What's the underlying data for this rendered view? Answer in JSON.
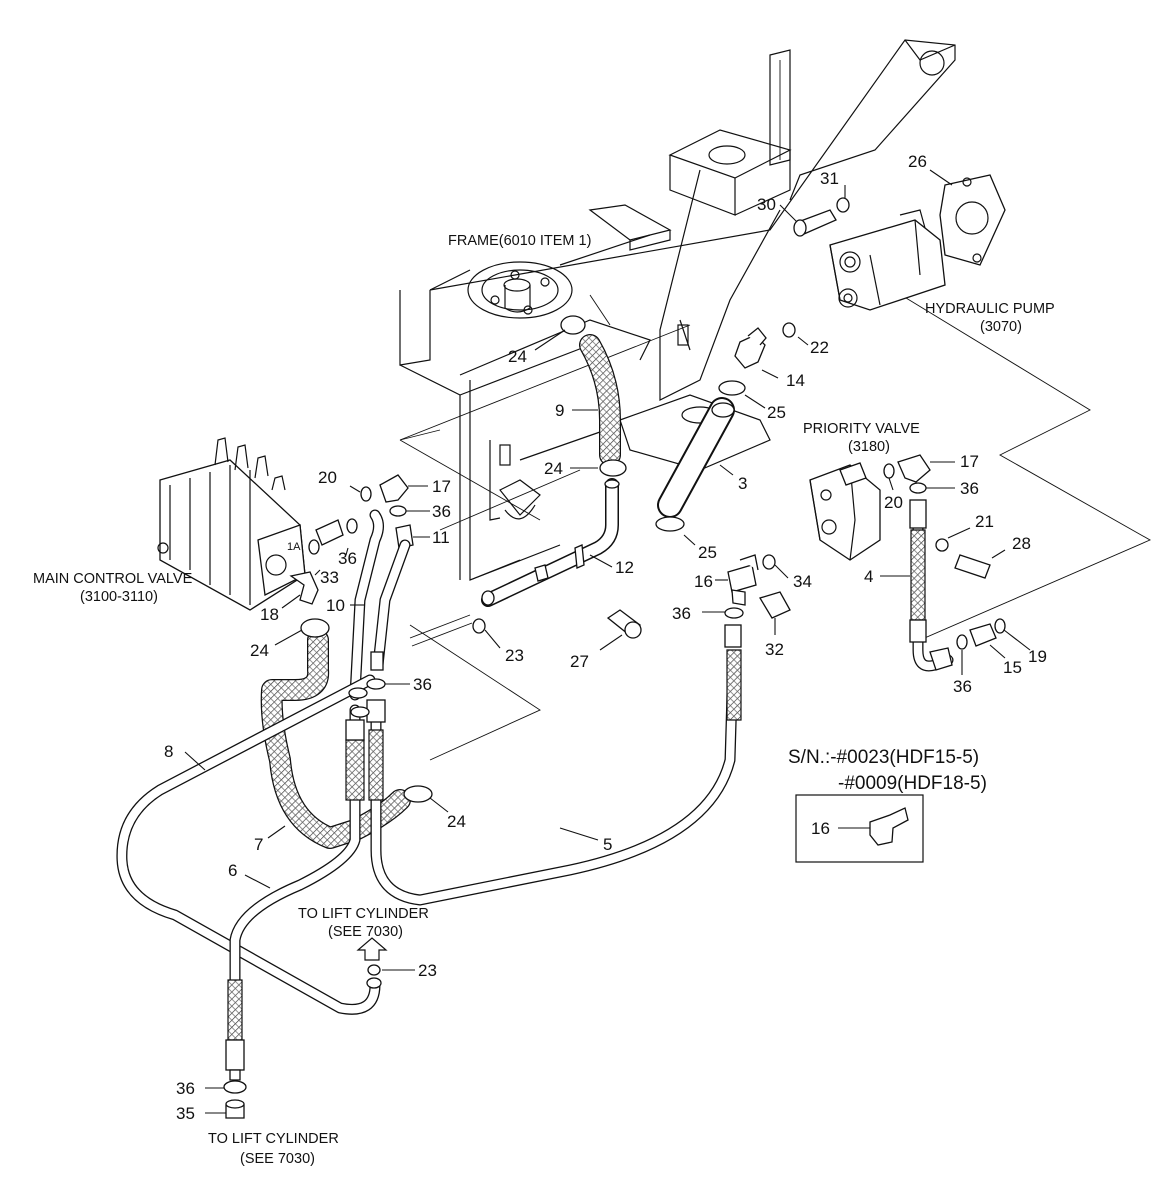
{
  "labels": {
    "frame": "FRAME(6010 ITEM 1)",
    "hydraulic_pump": "HYDRAULIC PUMP",
    "hydraulic_pump_ref": "(3070)",
    "priority_valve": "PRIORITY VALVE",
    "priority_valve_ref": "(3180)",
    "main_control_valve": "MAIN CONTROL VALVE",
    "main_control_valve_ref": "(3100-3110)",
    "to_lift_cylinder_1": "TO LIFT CYLINDER",
    "see_7030_1": "(SEE 7030)",
    "to_lift_cylinder_2": "TO LIFT CYLINDER",
    "see_7030_2": "(SEE 7030)",
    "port_1a": "1A",
    "sn_line1": "S/N.:-#0023(HDF15-5)",
    "sn_line2": "-#0009(HDF18-5)"
  },
  "callouts": {
    "c26": "26",
    "c31": "31",
    "c30": "30",
    "c22": "22",
    "c24a": "24",
    "c14": "14",
    "c9": "9",
    "c25a": "25",
    "c24b": "24",
    "c3": "3",
    "c20a": "20",
    "c17a": "17",
    "c36a": "36",
    "c11": "11",
    "c36b": "36",
    "c33": "33",
    "c18": "18",
    "c10": "10",
    "c12": "12",
    "c25b": "25",
    "c24c": "24",
    "c23a": "23",
    "c27": "27",
    "c16a": "16",
    "c36c": "36",
    "c32": "32",
    "c34": "34",
    "c17b": "17",
    "c36d": "36",
    "c20b": "20",
    "c21": "21",
    "c28": "28",
    "c4": "4",
    "c19": "19",
    "c15": "15",
    "c36e": "36",
    "c36f": "36",
    "c8": "8",
    "c24d": "24",
    "c5": "5",
    "c7": "7",
    "c6": "6",
    "c23b": "23",
    "c36g": "36",
    "c35": "35",
    "c16b": "16"
  }
}
